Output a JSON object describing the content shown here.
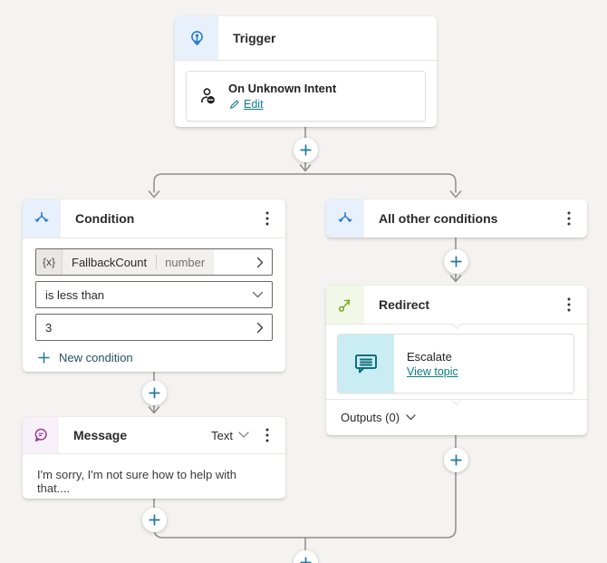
{
  "colors": {
    "canvas_bg": "#f4f3f1",
    "node_bg": "#ffffff",
    "connector_line": "#8f8d8b",
    "accent_link_teal": "#0e7c8a",
    "plus_teal": "#2478a4",
    "trigger_icon_blue": "#2b7cd3",
    "condition_icon_blue": "#2b7cd3",
    "redirect_icon_green": "#76ab20",
    "message_icon_plum": "#97358f",
    "escalate_icon_teal": "#0e6e7c"
  },
  "trigger": {
    "title": "Trigger",
    "item": {
      "title": "On Unknown Intent",
      "edit": "Edit"
    }
  },
  "condition": {
    "title": "Condition",
    "variable": {
      "prefix": "{x}",
      "name": "FallbackCount",
      "type": "number"
    },
    "operator": "is less than",
    "value": "3",
    "new_condition": "New condition"
  },
  "all_other_conditions": {
    "title": "All other conditions"
  },
  "redirect": {
    "title": "Redirect",
    "topic": {
      "title": "Escalate",
      "link": "View topic"
    },
    "outputs": "Outputs (0)"
  },
  "message": {
    "title": "Message",
    "type": "Text",
    "body": "I'm sorry, I'm not sure how to help with that...."
  }
}
